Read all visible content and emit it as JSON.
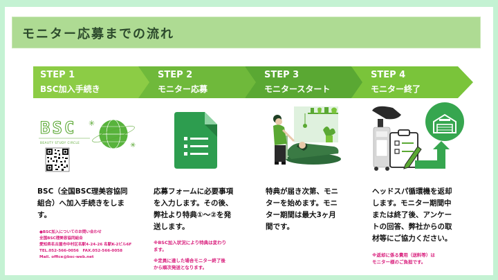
{
  "title": "モニター応募までの流れ",
  "colors": {
    "page_bg": "#c4f2d3",
    "title_bar": "#aedb93",
    "step_1": "#8ccc45",
    "step_2": "#6fb93b",
    "step_3": "#5aa833",
    "step_4": "#7ac43a",
    "note_text": "#d81b7a"
  },
  "steps": [
    {
      "number": "STEP 1",
      "label": "BSC加入手続き",
      "icon": "bsc-logo-and-qr-code",
      "logo_text": "BSC",
      "logo_subtext": "BEAUTY STUDY CIRCLE",
      "body": [
        "BSC（全国BSC理美容協同",
        "組合）へ加入手続きをしま",
        "す。"
      ],
      "contact": [
        "●BSC加入についてのお問い合わせ",
        "全国BSC理美容協同組合",
        "愛知県名古屋市中村区名駅4-24-26 名駅K-2ビル6F",
        "TEL.052-566-0056　FAX.052-566-0058",
        "Mail. office@bsc-web.net"
      ]
    },
    {
      "number": "STEP 2",
      "label": "モニター応募",
      "icon": "application-form-icon",
      "body": [
        "応募フォームに必要事項",
        "を入力します。その後、",
        "弊社より特典①～②を発",
        "送します。"
      ],
      "notes": [
        [
          "※BSC加入状況により特典は変わり",
          "ます。"
        ],
        [
          "※定員に達した場合モニター終了後",
          "から順次発送となります。"
        ]
      ]
    },
    {
      "number": "STEP 3",
      "label": "モニタースタート",
      "icon": "salon-shampoo-illustration",
      "body": [
        "特典が届き次第、モニ",
        "ターを始めます。モニ",
        "ター期間は最大3ヶ月",
        "間です。"
      ]
    },
    {
      "number": "STEP 4",
      "label": "モニター終了",
      "icon": "return-and-survey-illustration",
      "body": [
        "ヘッドスパ循環機を返却",
        "します。モニター期間中",
        "または終了後、アンケー",
        "トの回答、弊社からの取",
        "材等にご協力ください。"
      ],
      "notes": [
        [
          "※返却に係る費用（送料等）は",
          "モニター様のご負担です。"
        ]
      ]
    }
  ]
}
